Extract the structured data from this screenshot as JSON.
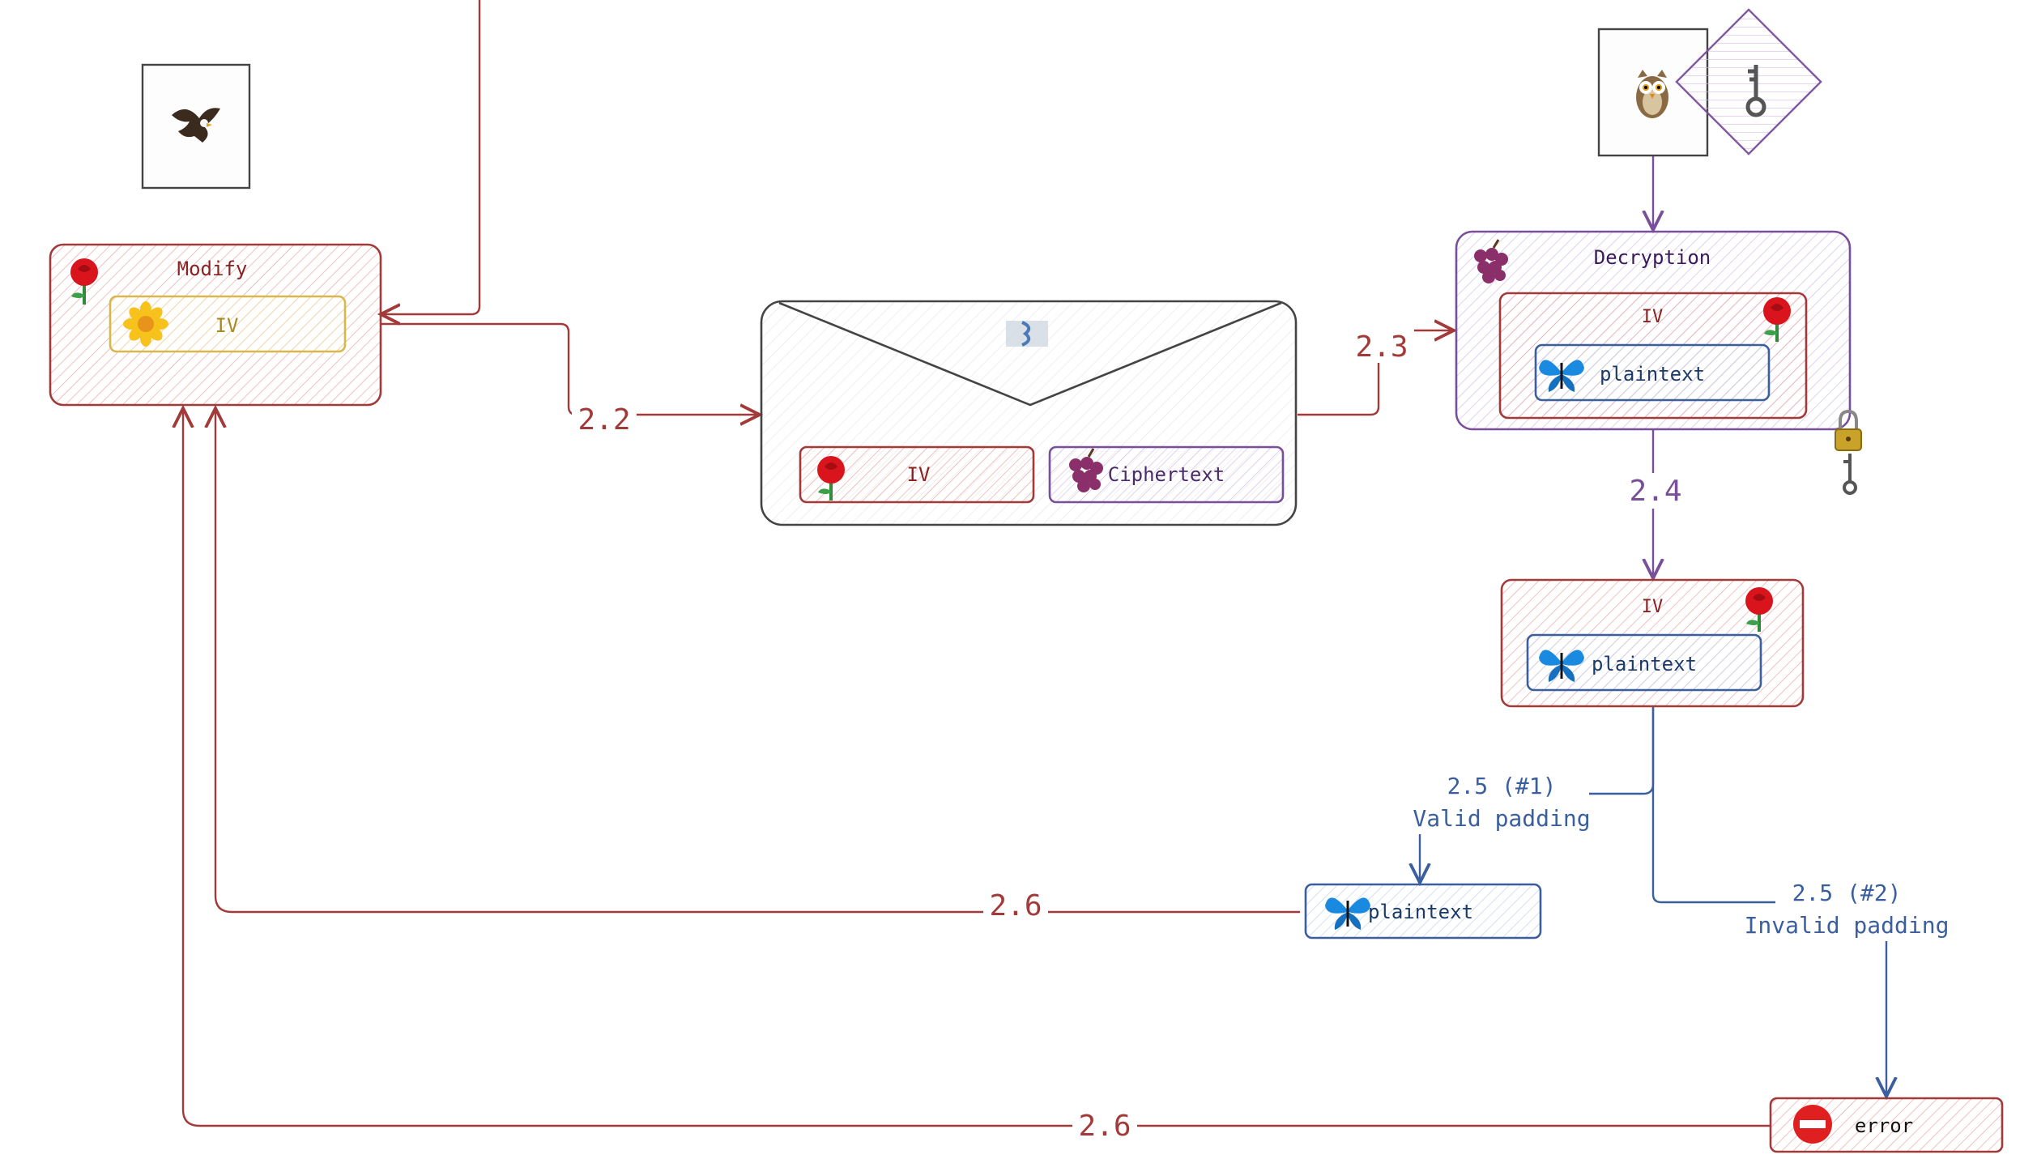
{
  "modify_box": {
    "title": "Modify",
    "iv_label": "IV"
  },
  "envelope": {
    "iv_label": "IV",
    "ciphertext_label": "Ciphertext"
  },
  "decryption_box": {
    "title": "Decryption",
    "iv_label": "IV",
    "plaintext_label": "plaintext"
  },
  "result_box": {
    "iv_label": "IV",
    "plaintext_label": "plaintext"
  },
  "valid_result": {
    "plaintext_label": "plaintext"
  },
  "error_box": {
    "label": "error"
  },
  "steps": {
    "s22": "2.2",
    "s23": "2.3",
    "s24": "2.4",
    "s25a_line1": "2.5 (#1)",
    "s25a_line2": "Valid padding",
    "s25b_line1": "2.5 (#2)",
    "s25b_line2": "Invalid padding",
    "s26a": "2.6",
    "s26b": "2.6"
  },
  "icons": [
    "eagle-icon",
    "owl-icon",
    "key-icon",
    "rose-icon",
    "sunflower-icon",
    "grapes-icon",
    "butterfly-icon",
    "padlock-icon",
    "no-entry-icon",
    "envelope-seal-icon"
  ],
  "colors": {
    "red": "#a33a3a",
    "purple": "#7a4f9a",
    "blue": "#3b5f9e",
    "yellow": "#d8b84a",
    "gray": "#555555"
  }
}
